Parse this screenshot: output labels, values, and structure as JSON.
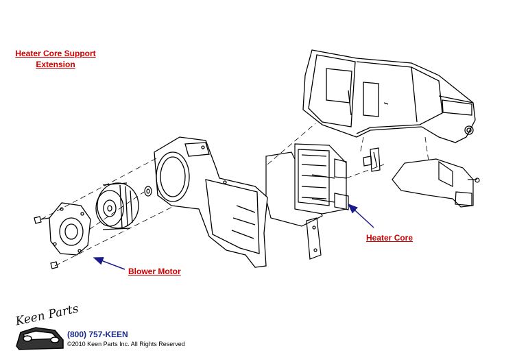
{
  "labels": {
    "heater_core_support_line1": "Heater Core Support",
    "heater_core_support_line2": "Extension",
    "blower_motor": "Blower Motor",
    "heater_core": "Heater Core"
  },
  "footer": {
    "phone": "(800) 757-KEEN",
    "copyright": "©2010 Keen Parts Inc. All Rights Reserved",
    "logo_text": "Keen Parts"
  },
  "colors": {
    "link": "#cc0000",
    "arrow": "#1a1a8c",
    "line": "#000000"
  }
}
